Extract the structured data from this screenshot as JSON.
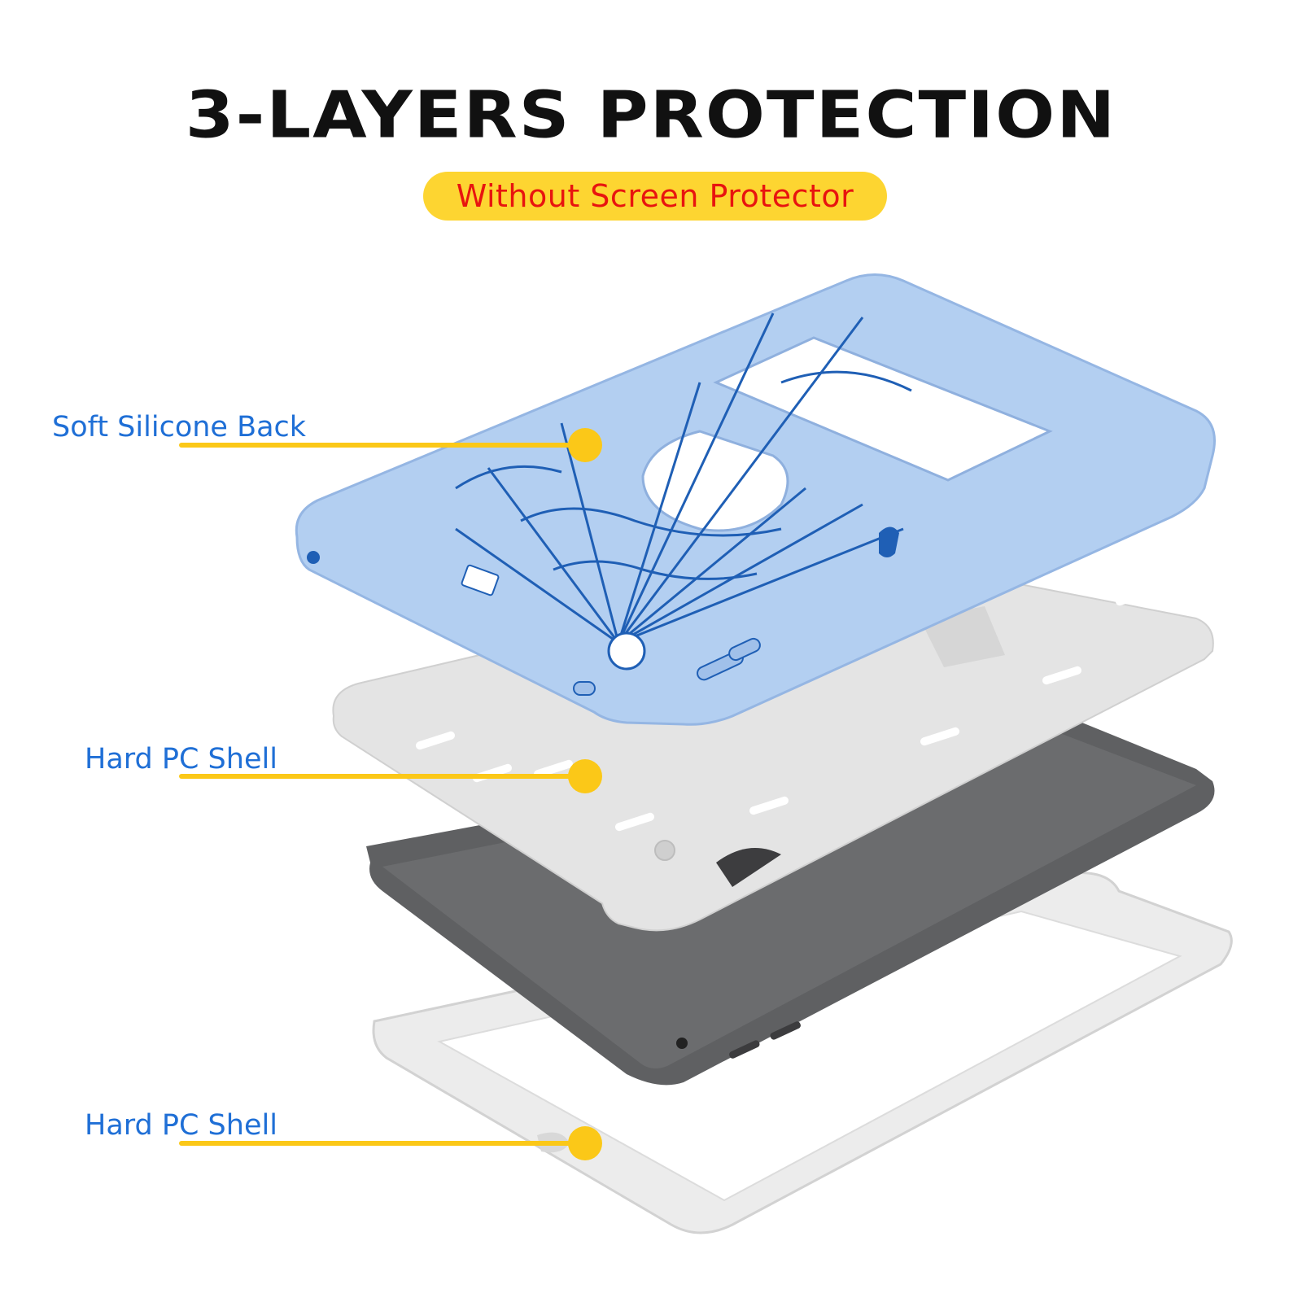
{
  "header": {
    "title": "3-LAYERS PROTECTION",
    "badge": "Without Screen Protector"
  },
  "callouts": [
    {
      "label": "Soft Silicone Back"
    },
    {
      "label": "Hard PC Shell"
    },
    {
      "label": "Hard PC Shell"
    }
  ],
  "colors": {
    "badge_background": "#fdd531",
    "badge_text": "#e8140f",
    "label_text": "#1f6fd6",
    "leader": "#fbc818",
    "silicone": "#b3cff1",
    "pc_shell": "#e4e4e4",
    "tablet": "#5f6062"
  }
}
